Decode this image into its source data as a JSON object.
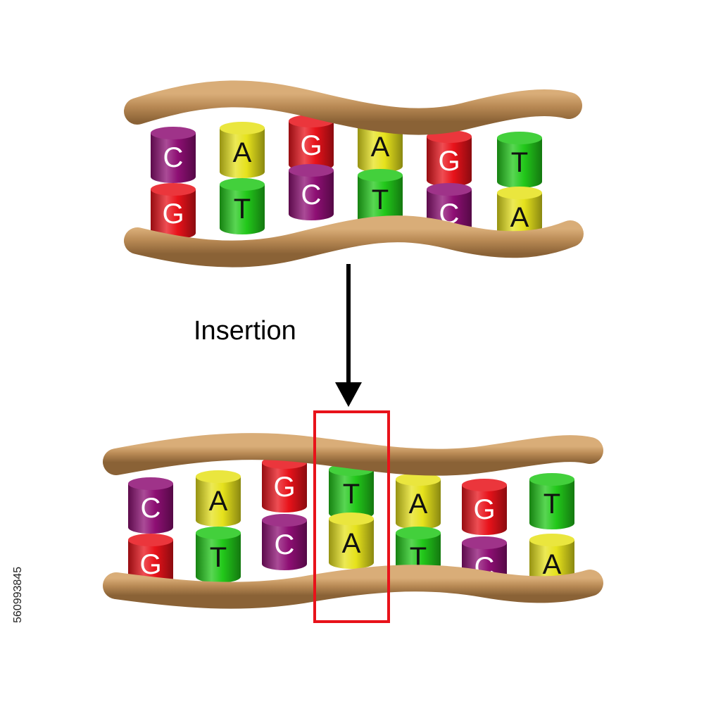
{
  "label": "Insertion",
  "stock_id": "560993845",
  "colors": {
    "C": "#8e0f74",
    "G": "#e8121a",
    "A": "#e6e21c",
    "T": "#22c81a",
    "backbone": "#b98a55",
    "highlight": "#e8121a",
    "arrow": "#000000"
  },
  "letter_colors": {
    "C": "#ffffff",
    "G": "#ffffff",
    "A": "#111111",
    "T": "#111111"
  },
  "original_strand": {
    "top": [
      "C",
      "A",
      "G",
      "A",
      "G",
      "T"
    ],
    "bottom": [
      "G",
      "T",
      "C",
      "T",
      "C",
      "A"
    ]
  },
  "mutated_strand": {
    "top": [
      "C",
      "A",
      "G",
      "T",
      "A",
      "G",
      "T"
    ],
    "bottom": [
      "G",
      "T",
      "C",
      "A",
      "T",
      "C",
      "A"
    ],
    "inserted_index": 3
  }
}
